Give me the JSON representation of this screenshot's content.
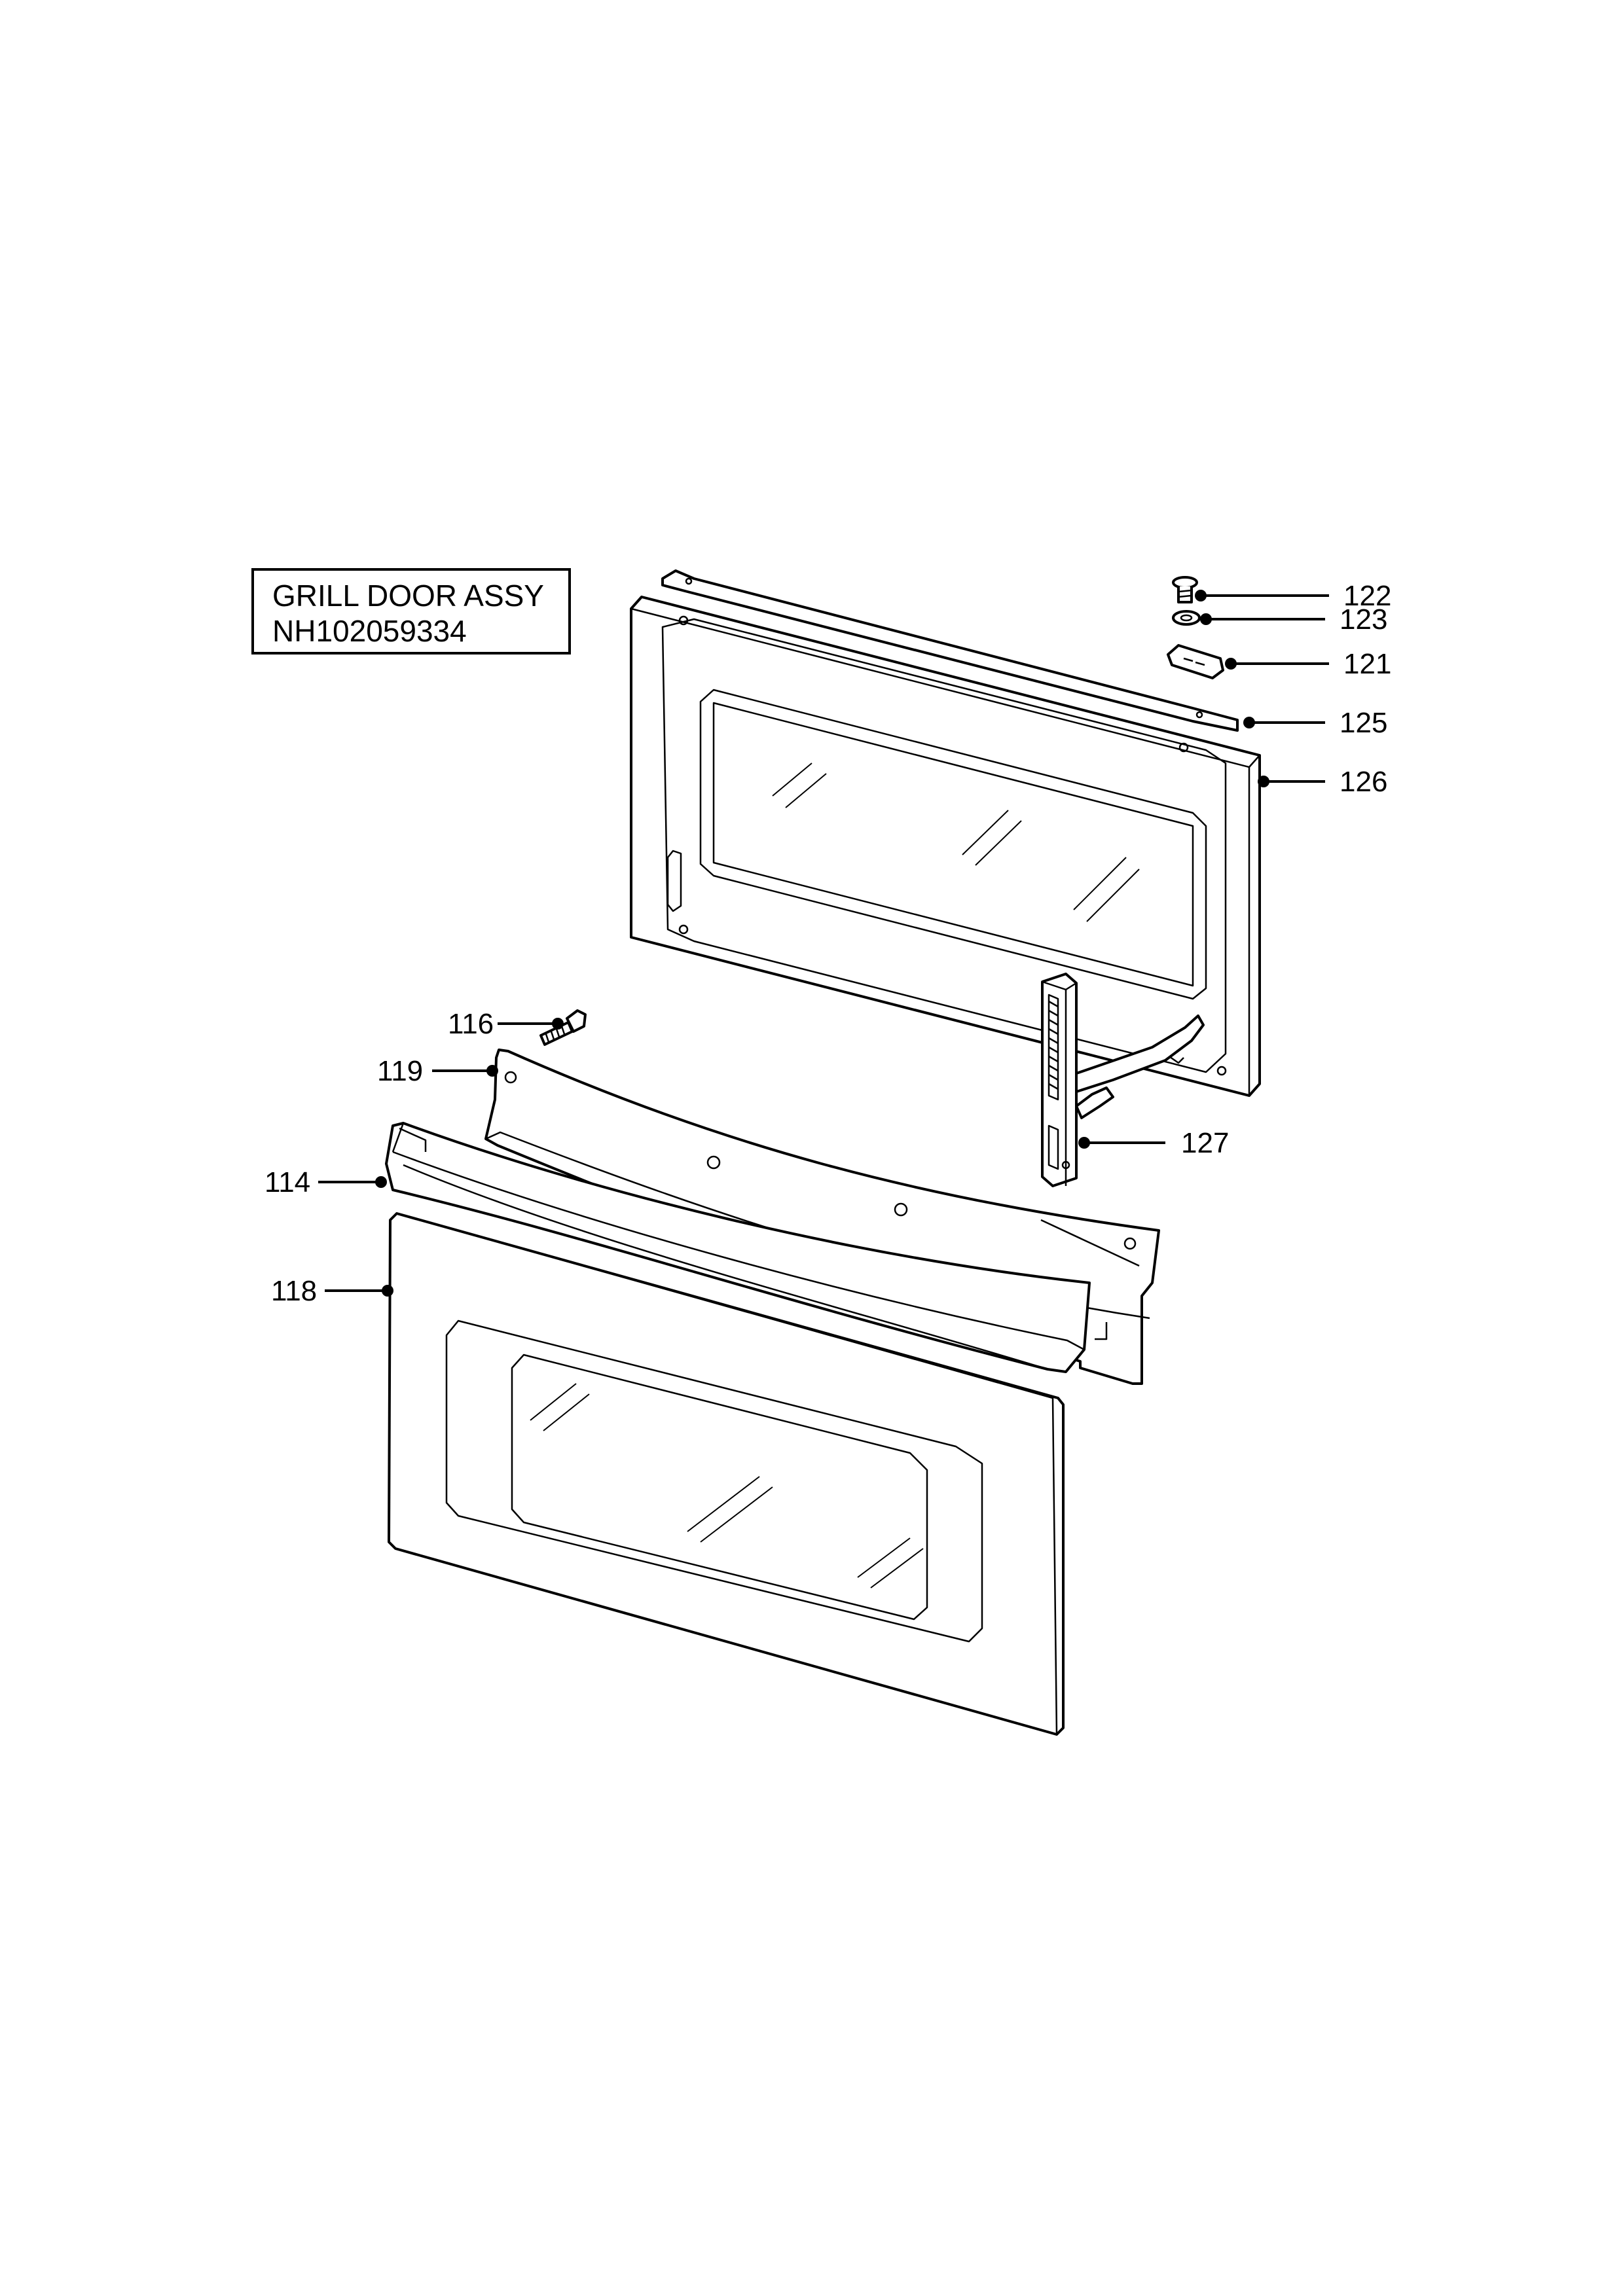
{
  "title": {
    "line1": "GRILL DOOR ASSY",
    "line2": "NH102059334"
  },
  "callouts": {
    "c122": "122",
    "c123": "123",
    "c121": "121",
    "c125": "125",
    "c126": "126",
    "c116": "116",
    "c119": "119",
    "c127": "127",
    "c114": "114",
    "c118": "118"
  }
}
